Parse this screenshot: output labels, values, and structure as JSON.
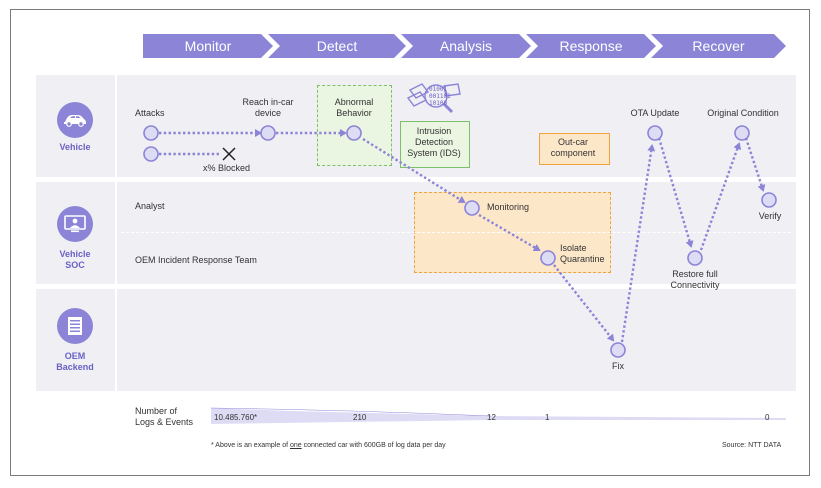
{
  "phases": [
    "Monitor",
    "Detect",
    "Analysis",
    "Response",
    "Recover"
  ],
  "lanes": {
    "vehicle": "Vehicle",
    "soc_line1": "Vehicle",
    "soc_line2": "SOC",
    "backend_line1": "OEM",
    "backend_line2": "Backend"
  },
  "roles": {
    "analyst": "Analyst",
    "oem_irt": "OEM Incident Response Team"
  },
  "nodes": {
    "attacks": "Attacks",
    "reach_line1": "Reach in-car",
    "reach_line2": "device",
    "abnormal_line1": "Abnormal",
    "abnormal_line2": "Behavior",
    "blocked": "x% Blocked",
    "ids_line1": "Intrusion",
    "ids_line2": "Detection",
    "ids_line3": "System (IDS)",
    "outcar_line1": "Out-car",
    "outcar_line2": "component",
    "monitoring": "Monitoring",
    "isolate_line1": "Isolate",
    "isolate_line2": "Quarantine",
    "fix": "Fix",
    "ota": "OTA Update",
    "restore_line1": "Restore full",
    "restore_line2": "Connectivity",
    "original": "Original Condition",
    "verify": "Verify"
  },
  "ids_binary": [
    "01001",
    "001101",
    "10100"
  ],
  "logs": {
    "label_line1": "Number of",
    "label_line2": "Logs & Events",
    "v1": "10.485.760*",
    "v2": "210",
    "v3": "12",
    "v4": "1",
    "v5": "0"
  },
  "footnote": {
    "prefix": "* Above is an example of ",
    "underlined": "one",
    "suffix": " connected car with 600GB of log data per day",
    "source": "Source: NTT DATA"
  },
  "colors": {
    "accent": "#8b84d7",
    "node_fill": "#dedcf5",
    "green": "#7dbf6b",
    "orange": "#f0a23c"
  },
  "icons": [
    "car-icon",
    "monitor-person-icon",
    "server-stack-icon",
    "magnifier-icon"
  ]
}
